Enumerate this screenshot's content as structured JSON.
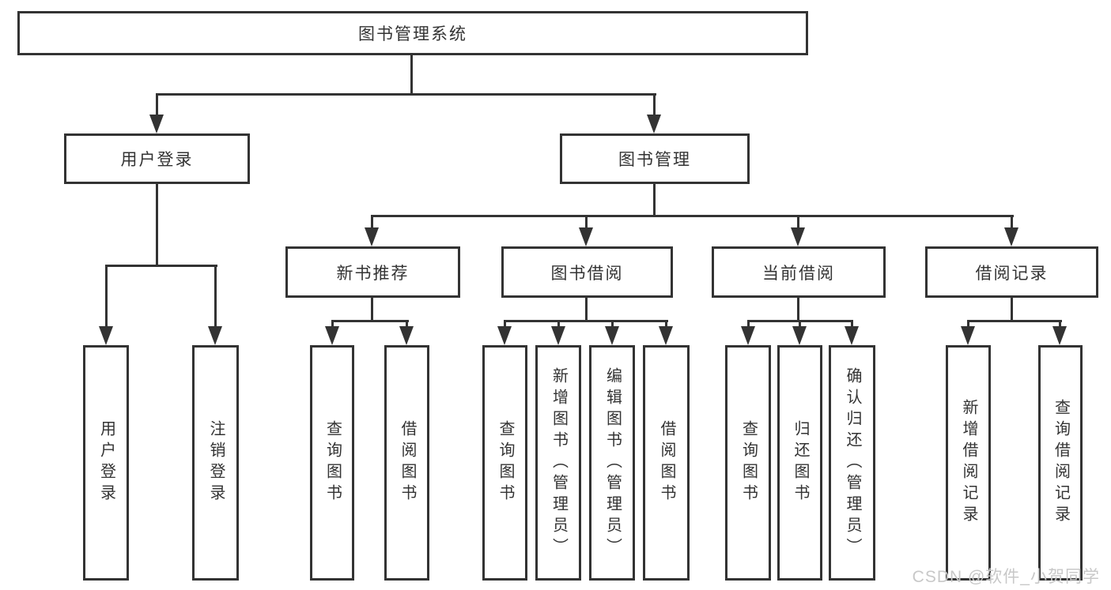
{
  "diagram": {
    "title": "图书管理系统",
    "root": {
      "label": "图书管理系统",
      "children": [
        {
          "label": "用户登录",
          "children": [
            {
              "label": "用户登录"
            },
            {
              "label": "注销登录"
            }
          ]
        },
        {
          "label": "图书管理",
          "children": [
            {
              "label": "新书推荐",
              "children": [
                {
                  "label": "查询图书"
                },
                {
                  "label": "借阅图书"
                }
              ]
            },
            {
              "label": "图书借阅",
              "children": [
                {
                  "label": "查询图书"
                },
                {
                  "label": "新增图书（管理员）"
                },
                {
                  "label": "编辑图书（管理员）"
                },
                {
                  "label": "借阅图书"
                }
              ]
            },
            {
              "label": "当前借阅",
              "children": [
                {
                  "label": "查询图书"
                },
                {
                  "label": "归还图书"
                },
                {
                  "label": "确认归还（管理员）"
                }
              ]
            },
            {
              "label": "借阅记录",
              "children": [
                {
                  "label": "新增借阅记录"
                },
                {
                  "label": "查询借阅记录"
                }
              ]
            }
          ]
        }
      ]
    }
  },
  "watermark": {
    "text": "CSDN @软件_小贺同学"
  },
  "colors": {
    "line": "#333333",
    "box_border": "#333333",
    "text": "#333333",
    "watermark": "#c8c8c8",
    "background": "#ffffff"
  }
}
